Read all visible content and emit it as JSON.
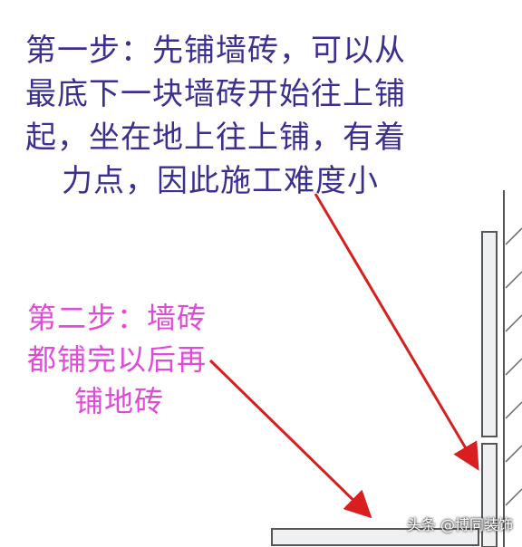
{
  "step1": {
    "lines": [
      "第一步：先铺墙砖，可以从",
      "最底下一块墙砖开始往上铺",
      "起，坐在地上往上铺，有着",
      "力点，因此施工难度小"
    ]
  },
  "step2": {
    "lines": [
      "第二步：墙砖",
      "都铺完以后再",
      "铺地砖"
    ]
  },
  "watermark": "头条 @博同装饰",
  "colors": {
    "step1_text": "#3b2f8f",
    "step2_text": "#e04ad8",
    "arrow": "#d81e1e",
    "tile_stroke": "#555555",
    "tile_fill": "#eef0f2"
  }
}
